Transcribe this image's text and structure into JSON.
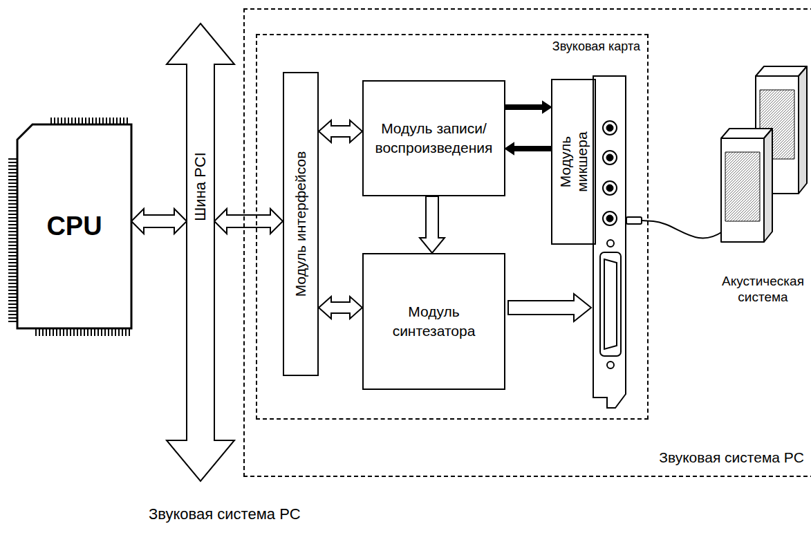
{
  "diagram": {
    "caption": "Звуковая система PC",
    "nodes": [
      {
        "text": [
          "CPU"
        ]
      },
      {
        "text": [
          "Шина PCI"
        ]
      },
      {
        "text": [
          "Звуковая система PC"
        ]
      },
      {
        "text": [
          "Звуковая карта"
        ],
        "in": 2
      },
      {
        "text": [
          "Модуль интерфейсов"
        ],
        "in": 3
      },
      {
        "text": [
          "Модуль записи/ воспроизведения"
        ],
        "in": 3
      },
      {
        "text": [
          "Модуль синтезатора"
        ],
        "in": 3
      },
      {
        "text": [
          "Модуль микшера"
        ],
        "in": 3
      },
      {
        "text": [
          "Акустическая система"
        ],
        "in": 2
      }
    ],
    "edges": [
      {
        "from": 0,
        "to": 1,
        "arrow": "both"
      },
      {
        "from": 1,
        "to": 4,
        "arrow": "both"
      },
      {
        "from": 4,
        "to": 5,
        "arrow": "both"
      },
      {
        "from": 4,
        "to": 6,
        "arrow": "both"
      },
      {
        "from": 5,
        "to": 7,
        "arrow": "to"
      },
      {
        "from": 7,
        "to": 5,
        "arrow": "to"
      },
      {
        "from": 5,
        "to": 6,
        "arrow": "to"
      }
    ]
  }
}
